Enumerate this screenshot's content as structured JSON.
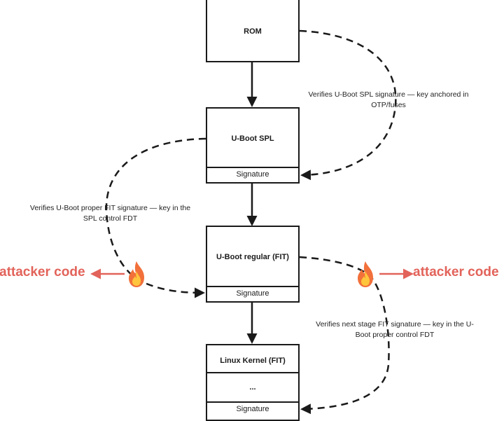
{
  "boxes": {
    "rom": {
      "label": "ROM"
    },
    "spl": {
      "label": "U-Boot SPL",
      "signature": "Signature"
    },
    "regular": {
      "label": "U-Boot regular (FIT)",
      "signature": "Signature"
    },
    "kernel": {
      "label": "Linux Kernel  (FIT)",
      "content": "...",
      "signature": "Signature"
    }
  },
  "notes": {
    "rom_to_spl": "Verifies U-Boot SPL signature — key anchored in OTP/fuses",
    "spl_to_regular": "Verifies U-Boot proper FIT signature — key in the SPL control FDT",
    "regular_to_kernel": "Verifies next stage FIT signature — key in the U-Boot proper control FDT"
  },
  "attacker": {
    "left_label": "attacker code",
    "right_label": "attacker code",
    "color": "#e2635a"
  },
  "icons": [
    "fire-icon",
    "fire-icon"
  ]
}
